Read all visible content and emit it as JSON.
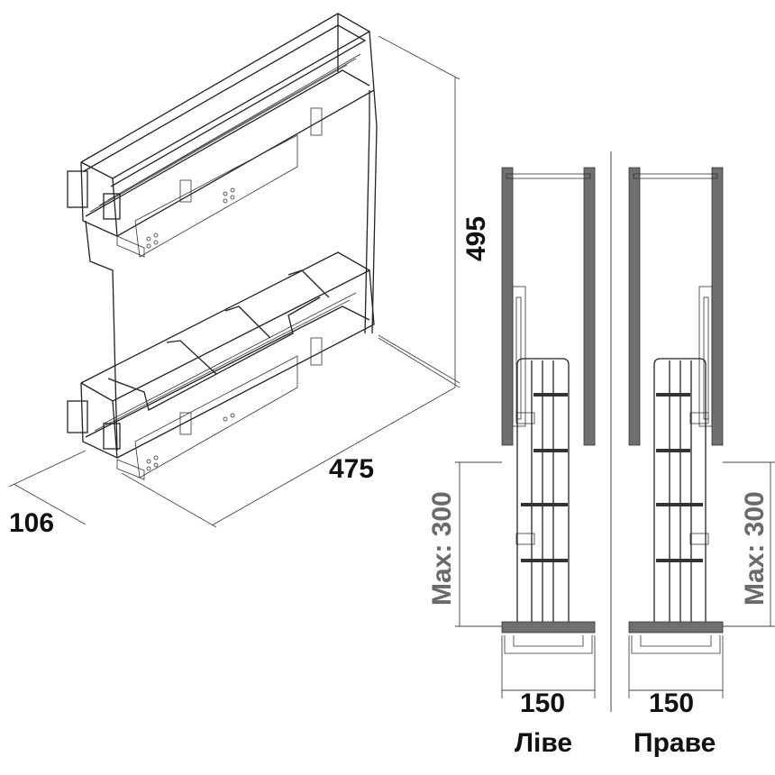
{
  "drawing": {
    "iso_view": {
      "height_dim": "495",
      "length_dim": "475",
      "depth_dim": "106"
    },
    "left_variant": {
      "label": "Ліве",
      "width_dim": "150",
      "max_height": "Max: 300"
    },
    "right_variant": {
      "label": "Праве",
      "width_dim": "150",
      "max_height": "Max: 300"
    },
    "colors": {
      "wall": "#6f6f6f",
      "line": "#222222",
      "dim_text_gray": "#6a6a6a"
    }
  }
}
